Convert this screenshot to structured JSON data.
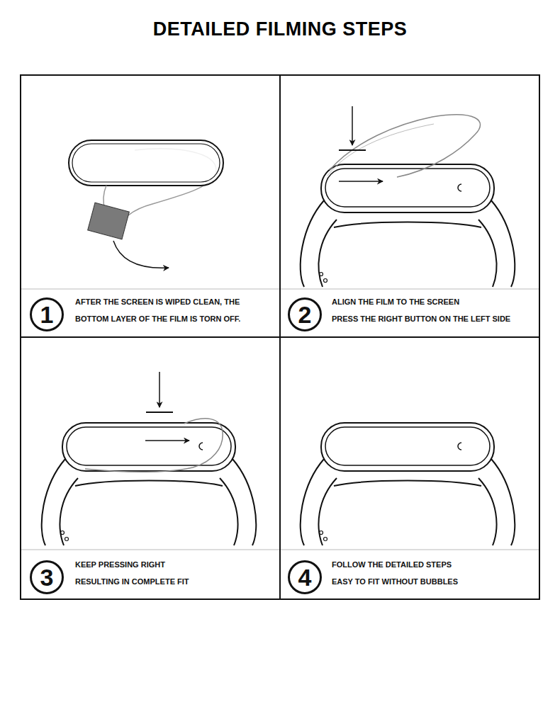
{
  "diagram": {
    "title": "DETAILED FILMING STEPS",
    "nodes": [
      {
        "text": [
          "AFTER THE SCREEN IS WIPED CLEAN, THE BOTTOM LAYER OF THE FILM IS TORN OFF."
        ]
      },
      {
        "text": [
          "1"
        ],
        "in": 0
      },
      {
        "text": [
          "ALIGN THE FILM TO THE SCREEN",
          "PRESS THE RIGHT BUTTON ON THE LEFT SIDE"
        ]
      },
      {
        "text": [
          "2"
        ],
        "in": 2
      },
      {
        "text": [
          "KEEP PRESSING RIGHT",
          "RESULTING IN COMPLETE FIT"
        ]
      },
      {
        "text": [
          "3"
        ],
        "in": 4
      },
      {
        "text": [
          "FOLLOW THE DETAILED STEPS",
          "EASY TO FIT WITHOUT BUBBLES"
        ]
      },
      {
        "text": [
          "4"
        ],
        "in": 6
      }
    ],
    "edges": []
  }
}
